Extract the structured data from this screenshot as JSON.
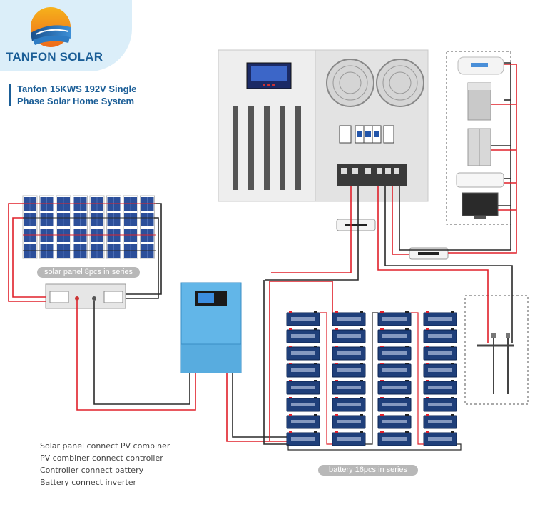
{
  "brand": {
    "name": "TANFON SOLAR"
  },
  "title": "Tanfon 15KWS 192V Single Phase Solar Home System",
  "labels": {
    "solar_panel": "solar panel 8pcs in series",
    "battery": "battery 16pcs in series"
  },
  "steps": [
    "Solar panel connect PV combiner",
    "PV combiner connect controller",
    "Controller connect battery",
    "Battery connect inverter"
  ],
  "colors": {
    "brand_blue": "#1b5e97",
    "wire_red": "#e0202a",
    "wire_black": "#2a2a2a",
    "controller_blue": "#5fb4e6",
    "battery_blue": "#1f3f7a",
    "panel_blue": "#2c4f9a"
  },
  "icons": [
    "sun-logo-icon",
    "solar-panel-icon",
    "pv-combiner-icon",
    "controller-icon",
    "battery-icon",
    "inverter-icon",
    "breaker-icon",
    "air-purifier-icon",
    "washing-machine-icon",
    "refrigerator-icon",
    "air-conditioner-icon",
    "tv-icon",
    "water-heater-icon"
  ]
}
